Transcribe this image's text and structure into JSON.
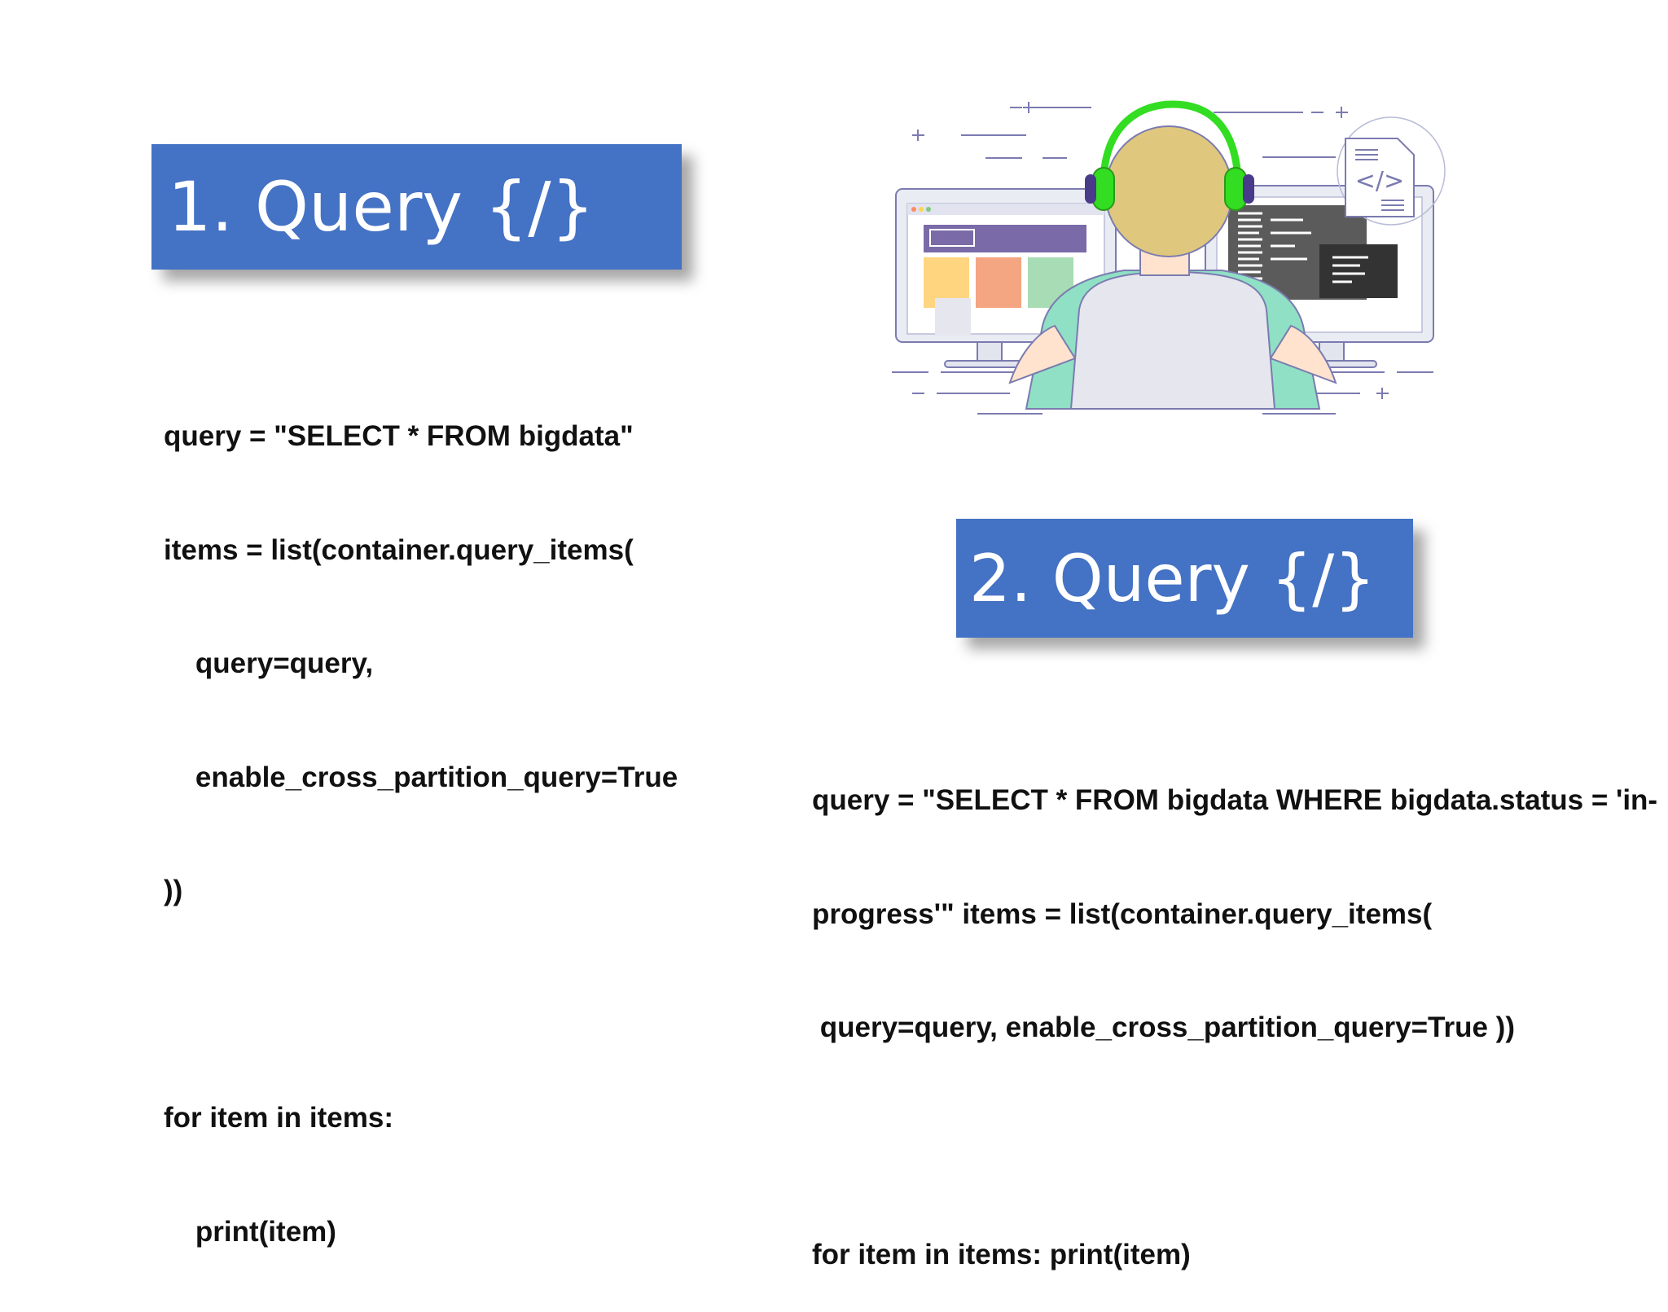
{
  "slide": {
    "title1": "1. Query {/}",
    "title2": "2. Query {/}",
    "code1": [
      "query = \"SELECT * FROM bigdata\"",
      "items = list(container.query_items(",
      "    query=query,",
      "    enable_cross_partition_query=True",
      "))",
      "",
      "for item in items:",
      "    print(item)"
    ],
    "code2": [
      "query = \"SELECT * FROM bigdata WHERE bigdata.status = 'in-",
      "progress'\" items = list(container.query_items(",
      " query=query, enable_cross_partition_query=True ))",
      "",
      "for item in items: print(item)"
    ],
    "illustration": {
      "icon": "developer-at-dual-monitors-illustration",
      "code_tag": "</>",
      "colors": {
        "headphones": "#33dd22",
        "hair": "#dfc87e",
        "shirt": "#8fe0c4",
        "outline": "#7b7bb0"
      }
    }
  }
}
